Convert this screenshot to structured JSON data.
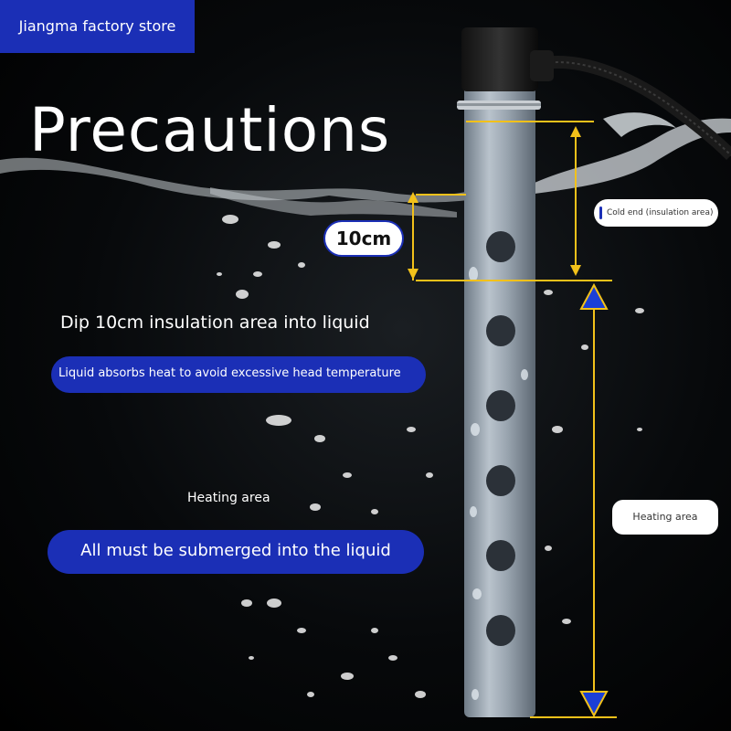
{
  "store": {
    "name": "Jiangma factory store"
  },
  "title": "Precautions",
  "labels": {
    "insulation_depth": "10cm",
    "cold_end": "Cold end (insulation area)",
    "heating_area_right": "Heating area",
    "heating_area_left": "Heating area"
  },
  "captions": {
    "dip": "Dip 10cm insulation area into liquid",
    "absorb": "Liquid absorbs heat to avoid excessive head temperature",
    "submerge": "All must be submerged into the liquid"
  },
  "colors": {
    "accent_blue": "#1b2fb6",
    "guide_yellow": "#f2c11a",
    "arrow_blue": "#1b3fd6",
    "tube_gray": "#9aa5b0"
  },
  "icons": [
    "heater-tube-image",
    "dimension-arrow-icon"
  ]
}
